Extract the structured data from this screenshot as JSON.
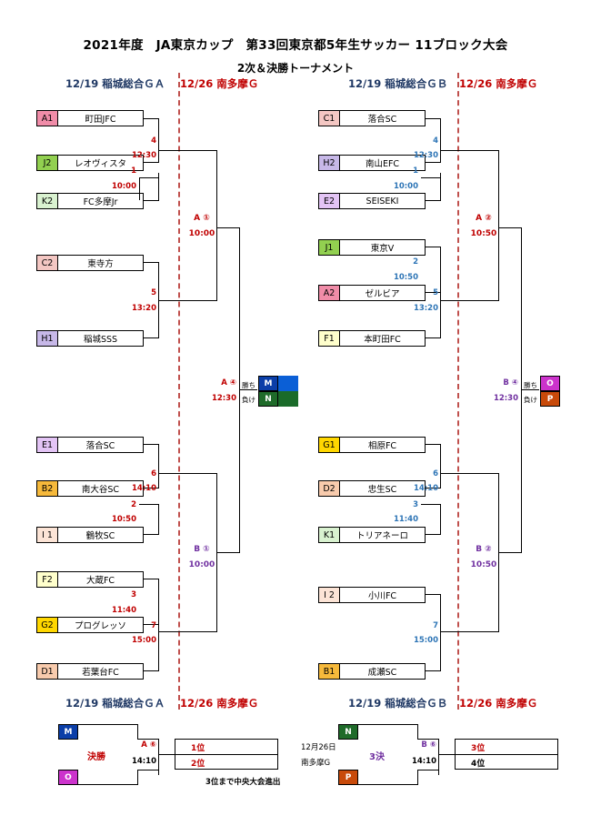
{
  "title": "2021年度　JA東京カップ　第33回東京都5年生サッカー 11ブロック大会",
  "subtitle": "2次＆決勝トーナメント",
  "headers": {
    "left_venue1": "12/19 稲城総合ＧＡ",
    "left_venue2": "12/26 南多摩Ｇ",
    "right_venue1": "12/19 稲城総合ＧＢ",
    "right_venue2": "12/26 南多摩Ｇ"
  },
  "teams_left": [
    {
      "code": "A1",
      "name": "町田JFC",
      "color": "#f08ca8"
    },
    {
      "code": "J2",
      "name": "レオヴィスタ",
      "color": "#92d050"
    },
    {
      "code": "K2",
      "name": "FC多摩Jr",
      "color": "#d9f2d0"
    },
    {
      "code": "C2",
      "name": "東寺方",
      "color": "#f4c7c3"
    },
    {
      "code": "H1",
      "name": "稲城SSS",
      "color": "#c7b8e8"
    },
    {
      "code": "E1",
      "name": "落合SC",
      "color": "#e3c4f5"
    },
    {
      "code": "B2",
      "name": "南大谷SC",
      "color": "#f6b93b"
    },
    {
      "code": "I 1",
      "name": "鶴牧SC",
      "color": "#fce4d6"
    },
    {
      "code": "F2",
      "name": "大蔵FC",
      "color": "#ffffcc"
    },
    {
      "code": "G2",
      "name": "プログレッソ",
      "color": "#ffd700"
    },
    {
      "code": "D1",
      "name": "若葉台FC",
      "color": "#f8cbad"
    }
  ],
  "teams_right": [
    {
      "code": "C1",
      "name": "落合SC",
      "color": "#f4c7c3"
    },
    {
      "code": "H2",
      "name": "南山EFC",
      "color": "#c7b8e8"
    },
    {
      "code": "E2",
      "name": "SEISEKI",
      "color": "#e3c4f5"
    },
    {
      "code": "J1",
      "name": "東京V",
      "color": "#92d050"
    },
    {
      "code": "A2",
      "name": "ゼルビア",
      "color": "#f08ca8"
    },
    {
      "code": "F1",
      "name": "本町田FC",
      "color": "#ffffcc"
    },
    {
      "code": "G1",
      "name": "相原FC",
      "color": "#ffd700"
    },
    {
      "code": "D2",
      "name": "忠生SC",
      "color": "#f8cbad"
    },
    {
      "code": "K1",
      "name": "トリアネーロ",
      "color": "#d9f2d0"
    },
    {
      "code": "I 2",
      "name": "小川FC",
      "color": "#fce4d6"
    },
    {
      "code": "B1",
      "name": "成瀬SC",
      "color": "#f6b93b"
    }
  ],
  "matches_left": {
    "m4": "4",
    "m4_time": "12:30",
    "m1": "1",
    "m1_time": "10:00",
    "m5": "5",
    "m5_time": "13:20",
    "m6": "6",
    "m6_time": "14:10",
    "m2": "2",
    "m2_time": "10:50",
    "m3": "3",
    "m3_time": "11:40",
    "m7": "7",
    "m7_time": "15:00",
    "a1": "A ①",
    "a1_time": "10:00",
    "b1": "B ①",
    "b1_time": "10:00",
    "a4": "A ④",
    "a4_time": "12:30"
  },
  "matches_right": {
    "m4": "4",
    "m4_time": "12:30",
    "m1": "1",
    "m1_time": "10:00",
    "m2": "2",
    "m2_time": "10:50",
    "m5": "5",
    "m5_time": "13:20",
    "m6": "6",
    "m6_time": "14:10",
    "m3": "3",
    "m3_time": "11:40",
    "m7": "7",
    "m7_time": "15:00",
    "a2": "A ②",
    "a2_time": "10:50",
    "b2": "B ②",
    "b2_time": "10:50",
    "b4": "B ④",
    "b4_time": "12:30"
  },
  "win_label": "勝ち",
  "lose_label": "負け",
  "slots": {
    "M": "M",
    "N": "N",
    "O": "O",
    "P": "P"
  },
  "slot_colors": {
    "M": "#0b3ea8",
    "N": "#1f6b2a",
    "O": "#cc33cc",
    "P": "#c84a0a",
    "blue_fill": "#0b5fd6",
    "green_fill": "#1a6b2a"
  },
  "bottom_headers": {
    "left_venue1": "12/19 稲城総合ＧＡ",
    "left_venue2": "12/26 南多摩Ｇ",
    "right_venue1": "12/19 稲城総合ＧＢ",
    "right_venue2": "12/26 南多摩Ｇ"
  },
  "final": {
    "label": "決勝",
    "match": "A ⑥",
    "time": "14:10",
    "rank1": "1位",
    "rank2": "2位",
    "third_label": "3決",
    "third_match": "B ⑥",
    "third_time": "14:10",
    "rank3": "3位",
    "rank4": "4位",
    "date": "12月26日",
    "venue": "南多摩G",
    "note": "3位まで中央大会進出"
  }
}
